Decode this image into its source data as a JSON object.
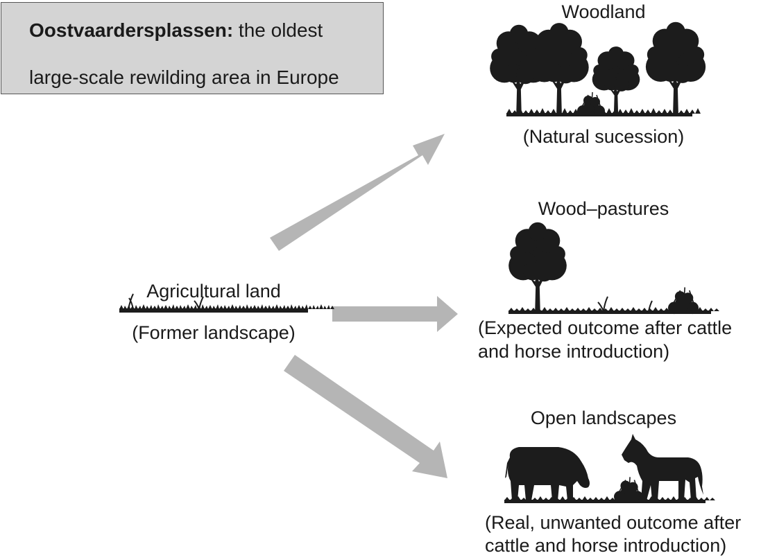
{
  "title": {
    "bold": "Oostvaardersplassen:",
    "rest_line1": " the oldest",
    "line2": "large-scale rewilding area in Europe"
  },
  "source": {
    "label": "Agricultural land",
    "caption": "(Former landscape)"
  },
  "outcomes": [
    {
      "label": "Woodland",
      "caption_lines": [
        "(Natural sucession)"
      ]
    },
    {
      "label": "Wood–pastures",
      "caption_lines": [
        "(Expected outcome after cattle",
        "and horse introduction)"
      ]
    },
    {
      "label": "Open landscapes",
      "caption_lines": [
        "(Real, unwanted outcome after",
        "cattle and horse introduction)"
      ]
    }
  ],
  "colors": {
    "title_box_fill": "#d4d4d4",
    "arrow": "#b5b5b5",
    "silhouette": "#1c1c1c"
  },
  "icons": [
    "tree-icon",
    "bush-icon",
    "grass-icon",
    "cow-icon",
    "horse-icon"
  ]
}
